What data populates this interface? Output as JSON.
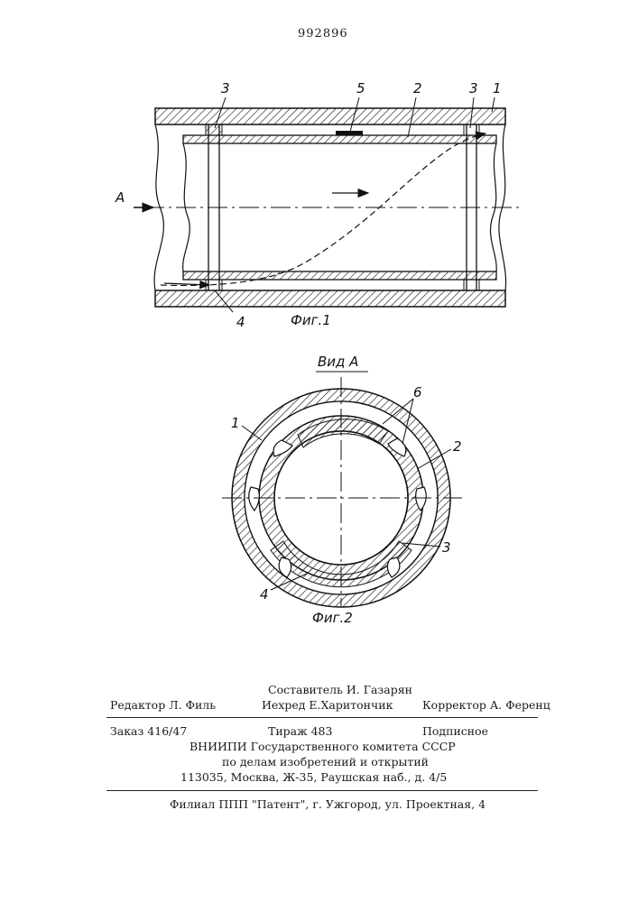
{
  "header": {
    "patent_number": "992896"
  },
  "figure1": {
    "caption": "Фиг.1",
    "view_arrow_label": "А",
    "labels": {
      "l1": "1",
      "l2": "2",
      "l3a": "3",
      "l3b": "3",
      "l4": "4",
      "l5": "5"
    }
  },
  "figure2": {
    "title": "Вид А",
    "caption": "Фиг.2",
    "labels": {
      "l1": "1",
      "l2": "2",
      "l3": "3",
      "l4": "4",
      "l6": "6"
    }
  },
  "footer": {
    "compiler": "Составитель И. Газарян",
    "editor": "Редактор Л. Филь",
    "techred": "Иехред Е.Харитончик",
    "corrector": "Корректор А. Ференц",
    "order": "Заказ 416/47",
    "circulation": "Тираж 483",
    "subscription": "Подписное",
    "org_line1": "ВНИИПИ Государственного комитета СССР",
    "org_line2": "по делам изобретений и открытий",
    "address": "113035, Москва, Ж-35, Раушская наб., д. 4/5",
    "branch": "Филиал ППП \"Патент\", г. Ужгород, ул. Проектная, 4"
  }
}
